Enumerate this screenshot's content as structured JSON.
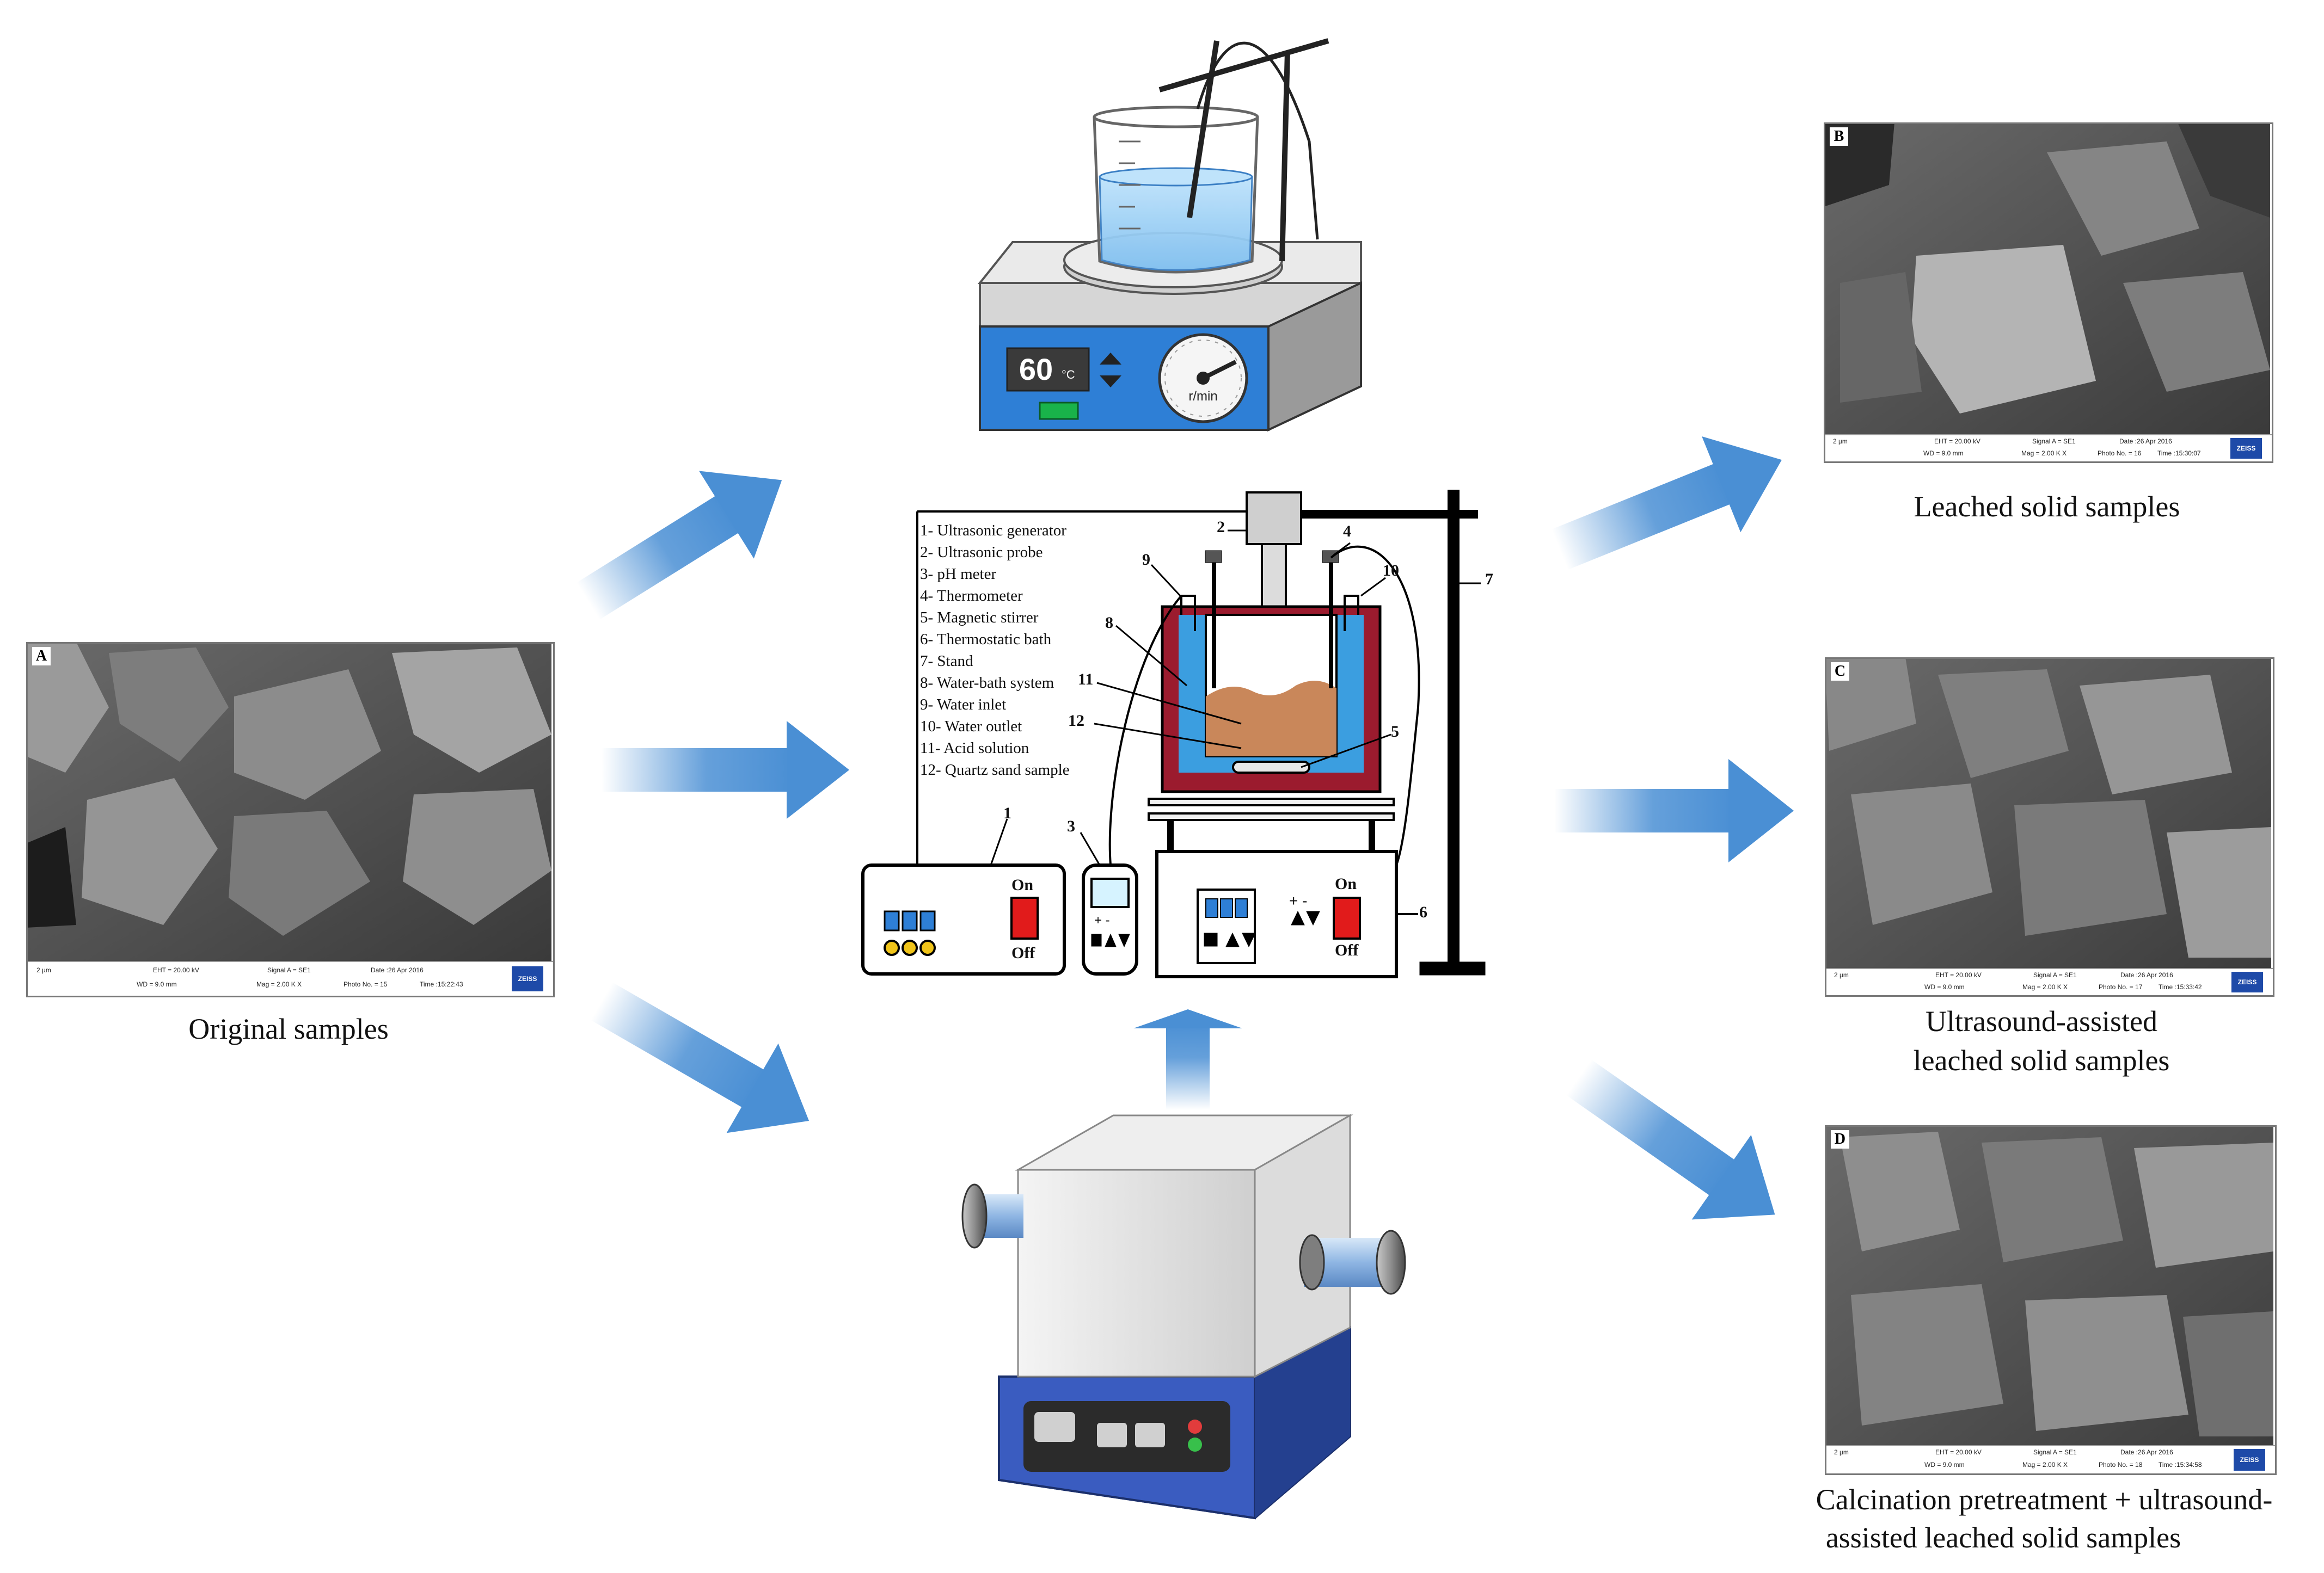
{
  "captions": {
    "original": "Original samples",
    "leached": "Leached solid samples",
    "ultrasound_line1": "Ultrasound-assisted",
    "ultrasound_line2": "leached solid samples",
    "calcination_line1": "Calcination pretreatment + ultrasound-",
    "calcination_line2": "assisted leached solid samples"
  },
  "sem_images": {
    "a": {
      "letter": "A",
      "eht": "EHT = 20.00 kV",
      "wd": "WD = 9.0 mm",
      "signal": "Signal A = SE1",
      "mag": "Mag = 2.00 K X",
      "date": "Date :26 Apr 2016",
      "photo": "Photo No. = 15",
      "time": "Time :15:22:43",
      "scale": "2 µm",
      "brand": "ZEISS"
    },
    "b": {
      "letter": "B",
      "eht": "EHT = 20.00 kV",
      "wd": "WD = 9.0 mm",
      "signal": "Signal A = SE1",
      "mag": "Mag = 2.00 K X",
      "date": "Date :26 Apr 2016",
      "photo": "Photo No. = 16",
      "time": "Time :15:30:07",
      "scale": "2 µm",
      "brand": "ZEISS"
    },
    "c": {
      "letter": "C",
      "eht": "EHT = 20.00 kV",
      "wd": "WD = 9.0 mm",
      "signal": "Signal A = SE1",
      "mag": "Mag = 2.00 K X",
      "date": "Date :26 Apr 2016",
      "photo": "Photo No. = 17",
      "time": "Time :15:33:42",
      "scale": "2 µm",
      "brand": "ZEISS"
    },
    "d": {
      "letter": "D",
      "eht": "EHT = 20.00 kV",
      "wd": "WD = 9.0 mm",
      "signal": "Signal A = SE1",
      "mag": "Mag = 2.00 K X",
      "date": "Date :26 Apr 2016",
      "photo": "Photo No. = 18",
      "time": "Time :15:34:58",
      "scale": "2 µm",
      "brand": "ZEISS"
    }
  },
  "hotplate": {
    "temperature": "60",
    "unit": "°C",
    "dial_unit": "r/min"
  },
  "legend": [
    "1-  Ultrasonic generator",
    "2-  Ultrasonic probe",
    "3-  pH meter",
    "4-  Thermometer",
    "5-  Magnetic stirrer",
    "6-  Thermostatic bath",
    "7-  Stand",
    "8-  Water-bath system",
    "9-  Water inlet",
    "10- Water outlet",
    "11- Acid solution",
    "12- Quartz sand sample"
  ],
  "apparatus": {
    "numbers": {
      "n1": "1",
      "n2": "2",
      "n3": "3",
      "n4": "4",
      "n5": "5",
      "n6": "6",
      "n7": "7",
      "n8": "8",
      "n9": "9",
      "n10": "10",
      "n11": "11",
      "n12": "12"
    },
    "on": "On",
    "off": "Off",
    "plus_minus": "+ -"
  },
  "colors": {
    "arrow": "#4a8fd4",
    "bath_frame": "#9b1b2e",
    "water": "#3b9ee0",
    "sand": "#c9875a",
    "switch_red": "#e11b1b",
    "hotplate_blue": "#2e7fd6",
    "furnace_base": "#2f4ea8"
  }
}
